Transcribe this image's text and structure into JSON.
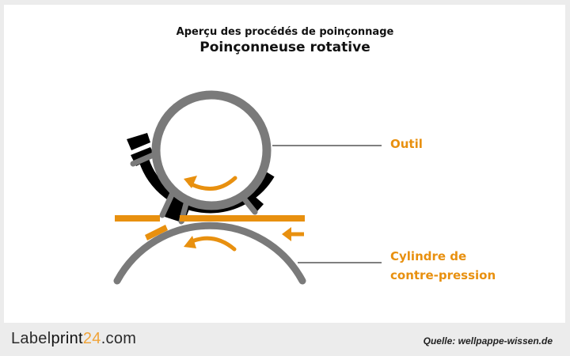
{
  "header": {
    "subtitle": "Aperçu des procédés de poinçonnage",
    "title": "Poinçonneuse rotative"
  },
  "diagram": {
    "labels": {
      "tool": "Outil",
      "counter_cylinder_line1": "Cylindre de",
      "counter_cylinder_line2": "contre-pression"
    },
    "colors": {
      "accent": "#e8900f",
      "cylinder": "#7a7a7a",
      "blade_holder": "#000000",
      "leader_line": "#555555"
    }
  },
  "footer": {
    "logo_part1": "Label",
    "logo_part2": "print",
    "logo_part3": "24",
    "logo_part4": ".com",
    "source": "Quelle: wellpappe-wissen.de"
  }
}
